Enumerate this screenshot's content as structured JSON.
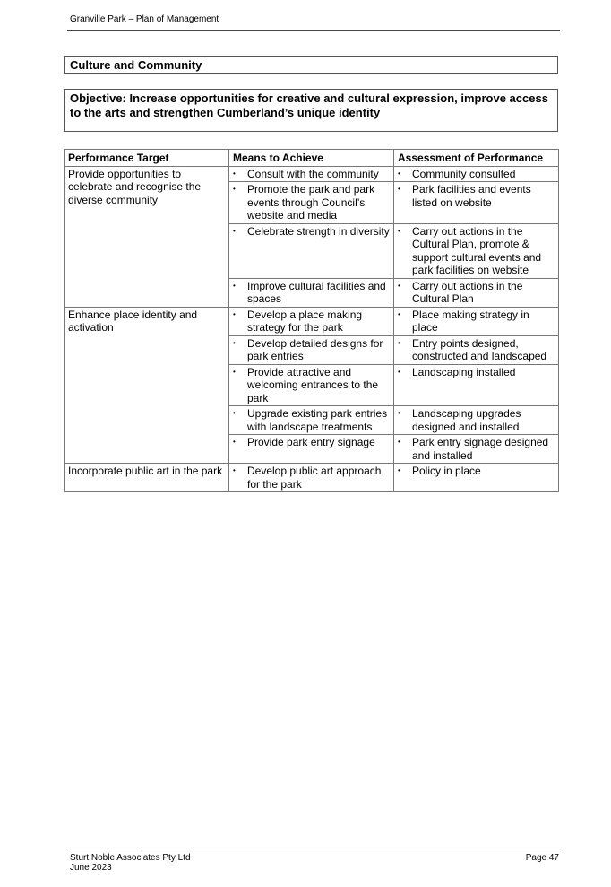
{
  "header": {
    "title": "Granville Park – Plan of Management"
  },
  "section": {
    "title": "Culture and Community"
  },
  "objective": {
    "text": "Objective: Increase opportunities for creative and cultural expression, improve access to the arts and strengthen Cumberland’s unique identity"
  },
  "table": {
    "headers": [
      "Performance Target",
      "Means to Achieve",
      "Assessment of Performance"
    ],
    "bullet_glyph": "•",
    "groups": [
      {
        "target": "Provide opportunities to celebrate and recognise the diverse community",
        "rows": [
          {
            "means": "Consult with the community",
            "assessment": "Community consulted"
          },
          {
            "means": "Promote the park and park events through Council’s website and media",
            "assessment": "Park facilities and events listed on website"
          },
          {
            "means": "Celebrate strength in diversity",
            "assessment": "Carry out actions in the Cultural Plan, promote & support cultural events and park facilities on website"
          },
          {
            "means": "Improve cultural facilities and spaces",
            "assessment": "Carry out actions in the Cultural Plan"
          }
        ]
      },
      {
        "target": "Enhance place identity and activation",
        "rows": [
          {
            "means": "Develop a place making strategy for the park",
            "assessment": "Place making strategy in place"
          },
          {
            "means": "Develop detailed designs for park entries",
            "assessment": "Entry points designed, constructed and landscaped"
          },
          {
            "means": "Provide attractive and welcoming entrances to the park",
            "assessment": "Landscaping installed"
          },
          {
            "means": "Upgrade existing park entries with landscape treatments",
            "assessment": "Landscaping upgrades designed and installed"
          },
          {
            "means": "Provide park entry signage",
            "assessment": "Park entry signage designed and installed"
          }
        ]
      },
      {
        "target": "Incorporate public art in the park",
        "rows": [
          {
            "means": "Develop public art approach for the park",
            "assessment": "Policy in place"
          }
        ]
      }
    ]
  },
  "footer": {
    "company": "Sturt Noble Associates Pty Ltd",
    "date": "June 2023",
    "page": "Page 47"
  }
}
